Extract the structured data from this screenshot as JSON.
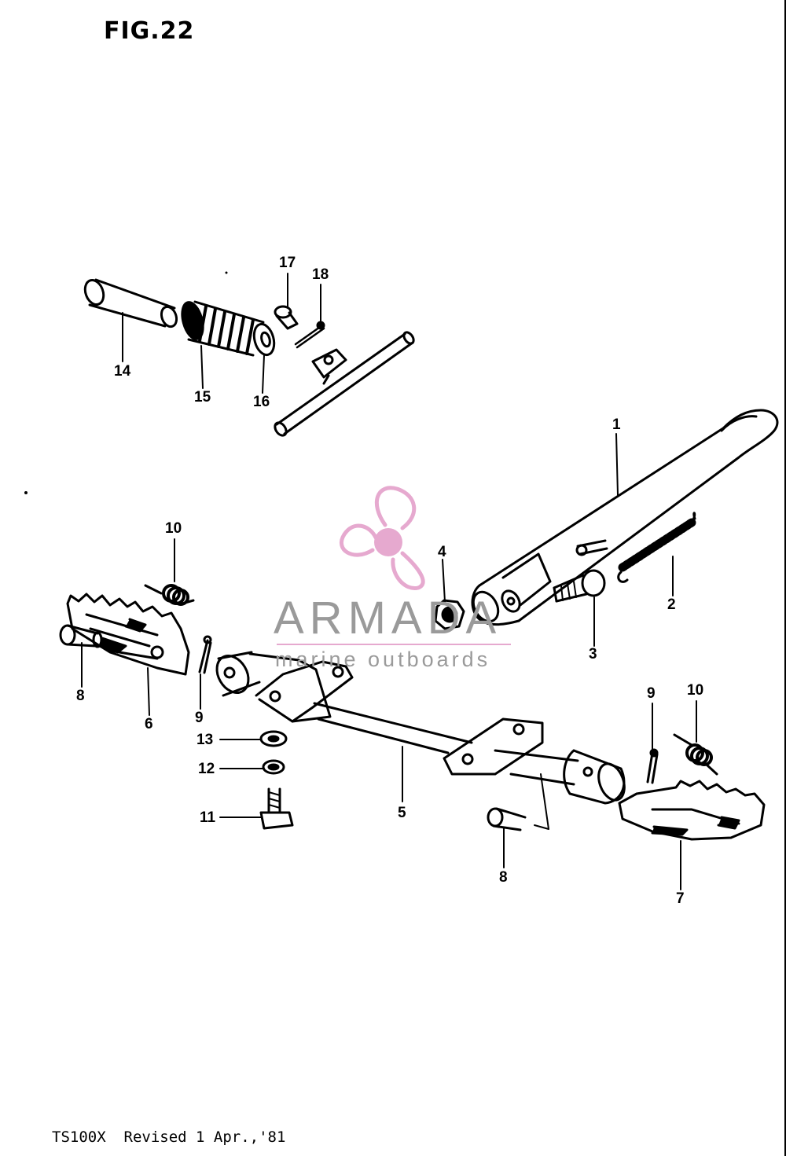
{
  "figure": {
    "title": "FIG.22",
    "footer": "TS100X  Revised 1 Apr.,'81"
  },
  "callouts": [
    {
      "id": "c1",
      "text": "1"
    },
    {
      "id": "c2",
      "text": "2"
    },
    {
      "id": "c3",
      "text": "3"
    },
    {
      "id": "c4",
      "text": "4"
    },
    {
      "id": "c5",
      "text": "5"
    },
    {
      "id": "c6",
      "text": "6"
    },
    {
      "id": "c7",
      "text": "7"
    },
    {
      "id": "c8a",
      "text": "8"
    },
    {
      "id": "c8b",
      "text": "8"
    },
    {
      "id": "c9a",
      "text": "9"
    },
    {
      "id": "c9b",
      "text": "9"
    },
    {
      "id": "c10a",
      "text": "10"
    },
    {
      "id": "c10b",
      "text": "10"
    },
    {
      "id": "c11",
      "text": "11"
    },
    {
      "id": "c12",
      "text": "12"
    },
    {
      "id": "c13",
      "text": "13"
    },
    {
      "id": "c14",
      "text": "14"
    },
    {
      "id": "c15",
      "text": "15"
    },
    {
      "id": "c16",
      "text": "16"
    },
    {
      "id": "c17",
      "text": "17"
    },
    {
      "id": "c18",
      "text": "18"
    }
  ],
  "watermark": {
    "brand": "ARMADA",
    "tagline": "marine outboards",
    "logo_color": "#e6a9cf",
    "text_color": "#9a9a9a"
  }
}
